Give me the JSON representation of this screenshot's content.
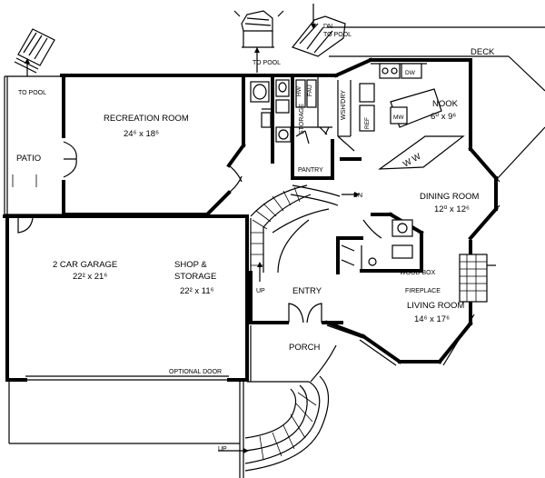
{
  "rooms": {
    "recreation": {
      "name": "RECREATION ROOM",
      "dim": "24⁶ x 18⁶"
    },
    "patio": {
      "name": "PATIO"
    },
    "garage": {
      "name": "2 CAR GARAGE",
      "dim": "22² x 21⁶"
    },
    "shop": {
      "name1": "SHOP &",
      "name2": "STORAGE",
      "dim": "22² x 11⁶"
    },
    "nook": {
      "name": "NOOK",
      "dim": "6⁰ x 9⁶"
    },
    "dining": {
      "name": "DINING ROOM",
      "dim": "12⁰ x 12⁶"
    },
    "living": {
      "name": "LIVING ROOM",
      "dim": "14⁶ x 17⁶"
    },
    "entry": {
      "name": "ENTRY"
    },
    "porch": {
      "name": "PORCH"
    },
    "deck": {
      "name": "DECK"
    },
    "pantry": {
      "name": "PANTRY"
    },
    "storage": {
      "name": "STORAGE"
    },
    "laundry": {
      "name": "WSH/DRY"
    }
  },
  "notes": {
    "to_pool_left": "TO POOL",
    "to_pool_top": "TO POOL",
    "to_pool_right_line1": "DN",
    "to_pool_right_line2": "TO POOL",
    "dn": "DN",
    "up_stair": "UP",
    "up_bottom": "UP",
    "optional_door": "OPTIONAL DOOR",
    "wood_box": "WOOD BOX",
    "fireplace": "FIREPLACE",
    "dw": "DW",
    "mw": "MW",
    "ref": "REF",
    "fau": "FAU",
    "hw": "HW",
    "w_marks": "W  W"
  }
}
